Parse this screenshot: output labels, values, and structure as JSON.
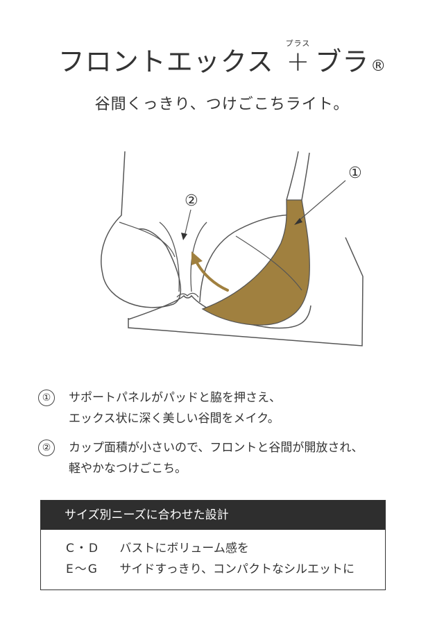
{
  "title": {
    "main": "フロントエックス",
    "plus": "+",
    "plus_ruby": "プラス",
    "suffix": "ブラ",
    "registered_mark": "®"
  },
  "subtitle": "谷間くっきり、つけごこちライト。",
  "illustration": {
    "label_1": "①",
    "label_2": "②",
    "colors": {
      "panel": "#a0803f",
      "line": "#555555",
      "arrow": "#a0803f"
    }
  },
  "features": [
    {
      "number": "①",
      "lines": [
        "サポートパネルがパッドと脇を押さえ、",
        "エックス状に深く美しい谷間をメイク。"
      ]
    },
    {
      "number": "②",
      "lines": [
        "カップ面積が小さいので、フロントと谷間が開放され、",
        "軽やかなつけごこち。"
      ]
    }
  ],
  "size_table": {
    "header": "サイズ別ニーズに合わせた設計",
    "rows": [
      {
        "code": "C・D",
        "desc": "バストにボリューム感を"
      },
      {
        "code": "E〜G",
        "desc": "サイドすっきり、コンパクトなシルエットに"
      }
    ]
  }
}
